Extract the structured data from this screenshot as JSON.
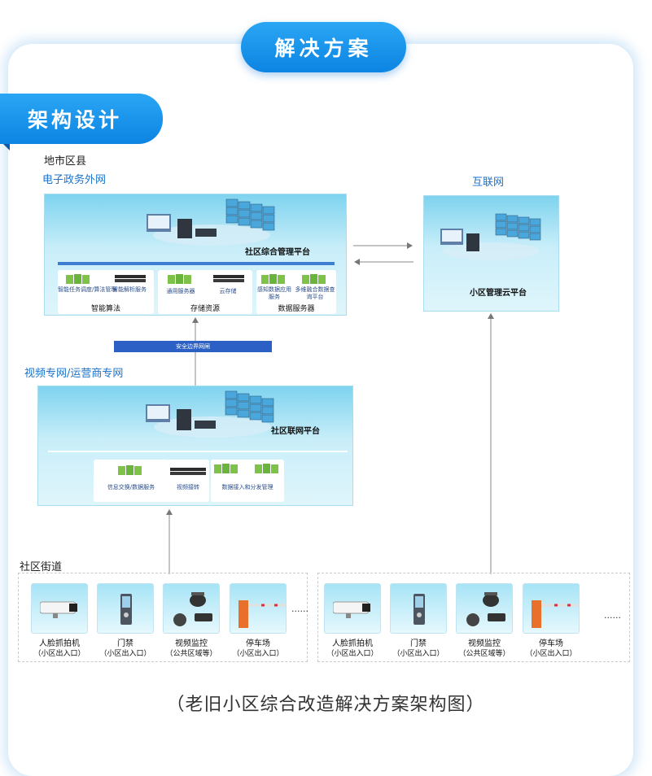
{
  "header": {
    "title": "解决方案"
  },
  "section": {
    "title": "架构设计"
  },
  "labels": {
    "city_level": "地市区县",
    "gov_net": "电子政务外网",
    "internet": "互联网",
    "video_net": "视频专网/运营商专网",
    "street": "社区街道"
  },
  "mgmt_platform": {
    "title": "社区综合管理平台",
    "modules": [
      {
        "label": "智能算法",
        "items": [
          "智能任务调度/算法管理",
          "智能解析服务"
        ]
      },
      {
        "label": "存储资源",
        "items": [
          "通用服务器",
          "云存储"
        ]
      },
      {
        "label": "数据服务器",
        "items": [
          "感知数据应用服务",
          "多维融合数据查询平台"
        ]
      }
    ]
  },
  "cloud_platform": {
    "title": "小区管理云平台"
  },
  "security": {
    "label": "安全边界网闸"
  },
  "iot_platform": {
    "title": "社区联网平台",
    "modules": [
      {
        "items": [
          "信息交换/数据服务"
        ]
      },
      {
        "items": [
          "视频接转"
        ]
      },
      {
        "items": [
          "数据接入和分发管理"
        ]
      }
    ]
  },
  "devices_left": [
    {
      "name": "人脸抓拍机",
      "sub": "（小区出入口）",
      "icon": "camera-icon"
    },
    {
      "name": "门禁",
      "sub": "（小区出入口）",
      "icon": "door-access-icon"
    },
    {
      "name": "视频监控",
      "sub": "（公共区域等）",
      "icon": "cctv-icon"
    },
    {
      "name": "停车场",
      "sub": "（小区出入口）",
      "icon": "barrier-gate-icon"
    }
  ],
  "devices_right": [
    {
      "name": "人脸抓拍机",
      "sub": "（小区出入口）",
      "icon": "camera-icon"
    },
    {
      "name": "门禁",
      "sub": "（小区出入口）",
      "icon": "door-access-icon"
    },
    {
      "name": "视频监控",
      "sub": "（公共区域等）",
      "icon": "cctv-icon"
    },
    {
      "name": "停车场",
      "sub": "（小区出入口）",
      "icon": "barrier-gate-icon"
    }
  ],
  "ellipsis": "......",
  "caption": "（老旧小区综合改造解决方案架构图）",
  "colors": {
    "accent": "#0c84e2",
    "security_bar": "#2c60c4",
    "platform_top": "#7ed3ef"
  }
}
